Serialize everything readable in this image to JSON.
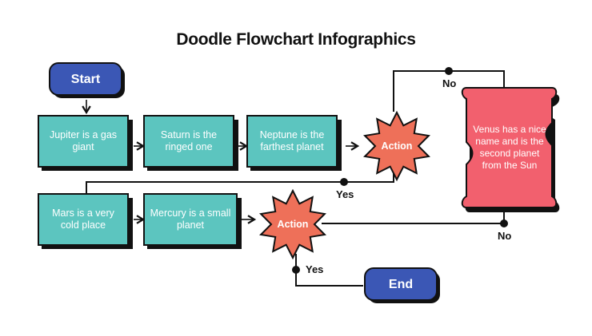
{
  "title": "Doodle Flowchart Infographics",
  "colors": {
    "teal": "#5cc5bf",
    "blue": "#3b57b5",
    "coral": "#ee7059",
    "pink": "#f2606e",
    "line": "#111111"
  },
  "nodes": {
    "start": "Start",
    "end": "End",
    "jupiter": "Jupiter is a gas giant",
    "saturn": "Saturn is the ringed one",
    "neptune": "Neptune is the farthest planet",
    "mars": "Mars is a very cold place",
    "mercury": "Mercury is a small planet",
    "action_top": "Action",
    "action_bottom": "Action",
    "venus": "Venus has a nice name and is the second planet from the Sun"
  },
  "labels": {
    "no_top": "No",
    "yes_mid": "Yes",
    "no_right": "No",
    "yes_bottom": "Yes"
  }
}
